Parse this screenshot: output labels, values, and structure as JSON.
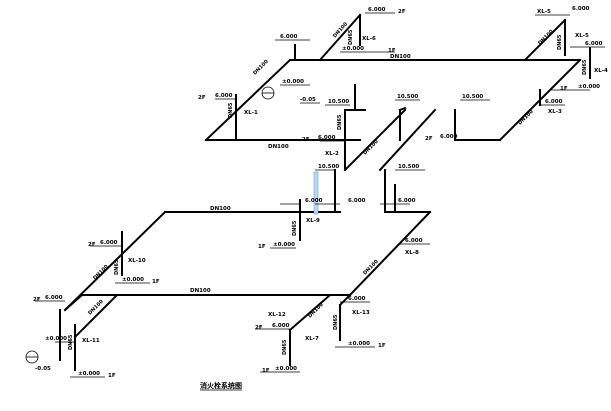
{
  "title": "消火栓系统图",
  "pipe_sizes": {
    "main": "DN100",
    "branch": "DN65"
  },
  "elevations": [
    {
      "id": "e1",
      "text": "6.000",
      "suffix": "2F"
    },
    {
      "id": "e2",
      "text": "±0.000",
      "suffix": "1F"
    },
    {
      "id": "e3",
      "text": "10.500"
    },
    {
      "id": "e4",
      "text": "-0.05"
    }
  ],
  "risers": [
    "XL-1",
    "XL-2",
    "XL-3",
    "XL-4",
    "XL-5",
    "XL-6",
    "XL-7",
    "XL-8",
    "XL-9",
    "XL-10",
    "XL-11",
    "XL-12",
    "XL-13"
  ],
  "labels": {
    "dn100": "DN100",
    "dn65": "DN65",
    "e6": "6.000",
    "e0": "±0.000",
    "e105": "10.500",
    "em005": "-0.05",
    "f2": "2F",
    "f1": "1F",
    "xl1": "XL-1",
    "xl2": "XL-2",
    "xl3": "XL-3",
    "xl4": "XL-4",
    "xl5": "XL-5",
    "xl6": "XL-6",
    "xl7": "XL-7",
    "xl8": "XL-8",
    "xl9": "XL-9",
    "xl10": "XL-10",
    "xl11": "XL-11",
    "xl12": "XL-12",
    "xl13": "XL-13"
  }
}
